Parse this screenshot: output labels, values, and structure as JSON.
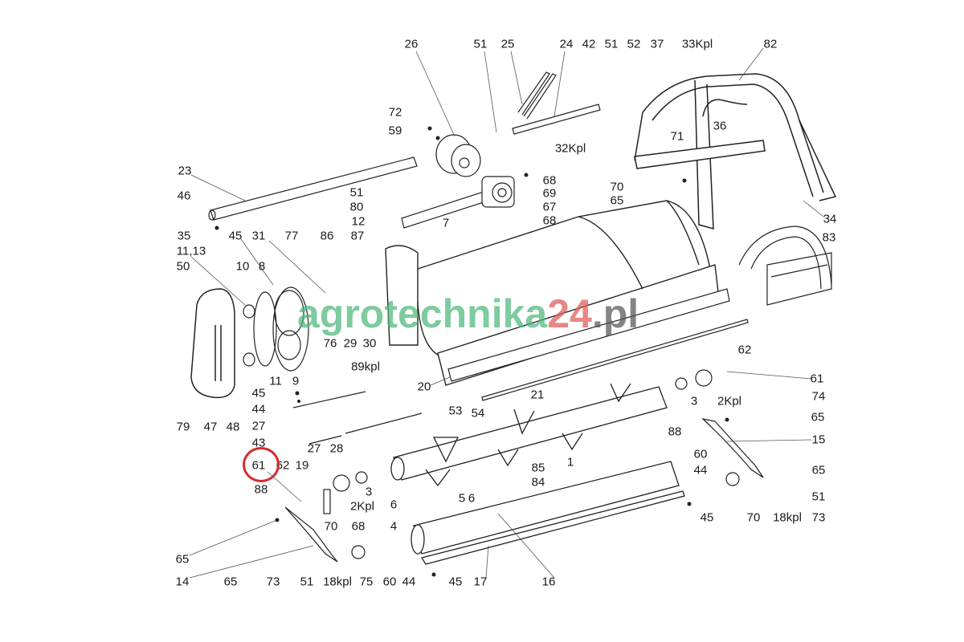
{
  "diagram": {
    "labels": [
      "26",
      "51",
      "25",
      "24",
      "42",
      "51",
      "52",
      "37",
      "33Kpl",
      "82",
      "72",
      "59",
      "36",
      "71",
      "32Kpl",
      "23",
      "68",
      "70",
      "69",
      "65",
      "46",
      "51",
      "80",
      "67",
      "12",
      "7",
      "68",
      "34",
      "35",
      "45",
      "31",
      "77",
      "86",
      "87",
      "83",
      "11,13",
      "50",
      "10",
      "8",
      "76",
      "29",
      "30",
      "62",
      "89kpl",
      "11",
      "9",
      "61",
      "20",
      "45",
      "21",
      "3",
      "2Kpl",
      "74",
      "44",
      "53",
      "54",
      "65",
      "79",
      "47",
      "48",
      "27",
      "88",
      "15",
      "43",
      "27",
      "28",
      "60",
      "61",
      "62",
      "19",
      "85",
      "44",
      "1",
      "65",
      "84",
      "88",
      "3",
      "51",
      "6",
      "5",
      "6",
      "2Kpl",
      "70",
      "18kpl",
      "73",
      "45",
      "70",
      "68",
      "4",
      "65",
      "14",
      "65",
      "73",
      "51",
      "18kpl",
      "75",
      "60",
      "44",
      "45",
      "17",
      "16"
    ],
    "highlighted_label": "61",
    "highlight_color": "#d32f2f"
  },
  "watermark": {
    "part1": "agrotechnika",
    "part2": "24",
    "part3": ".pl"
  }
}
